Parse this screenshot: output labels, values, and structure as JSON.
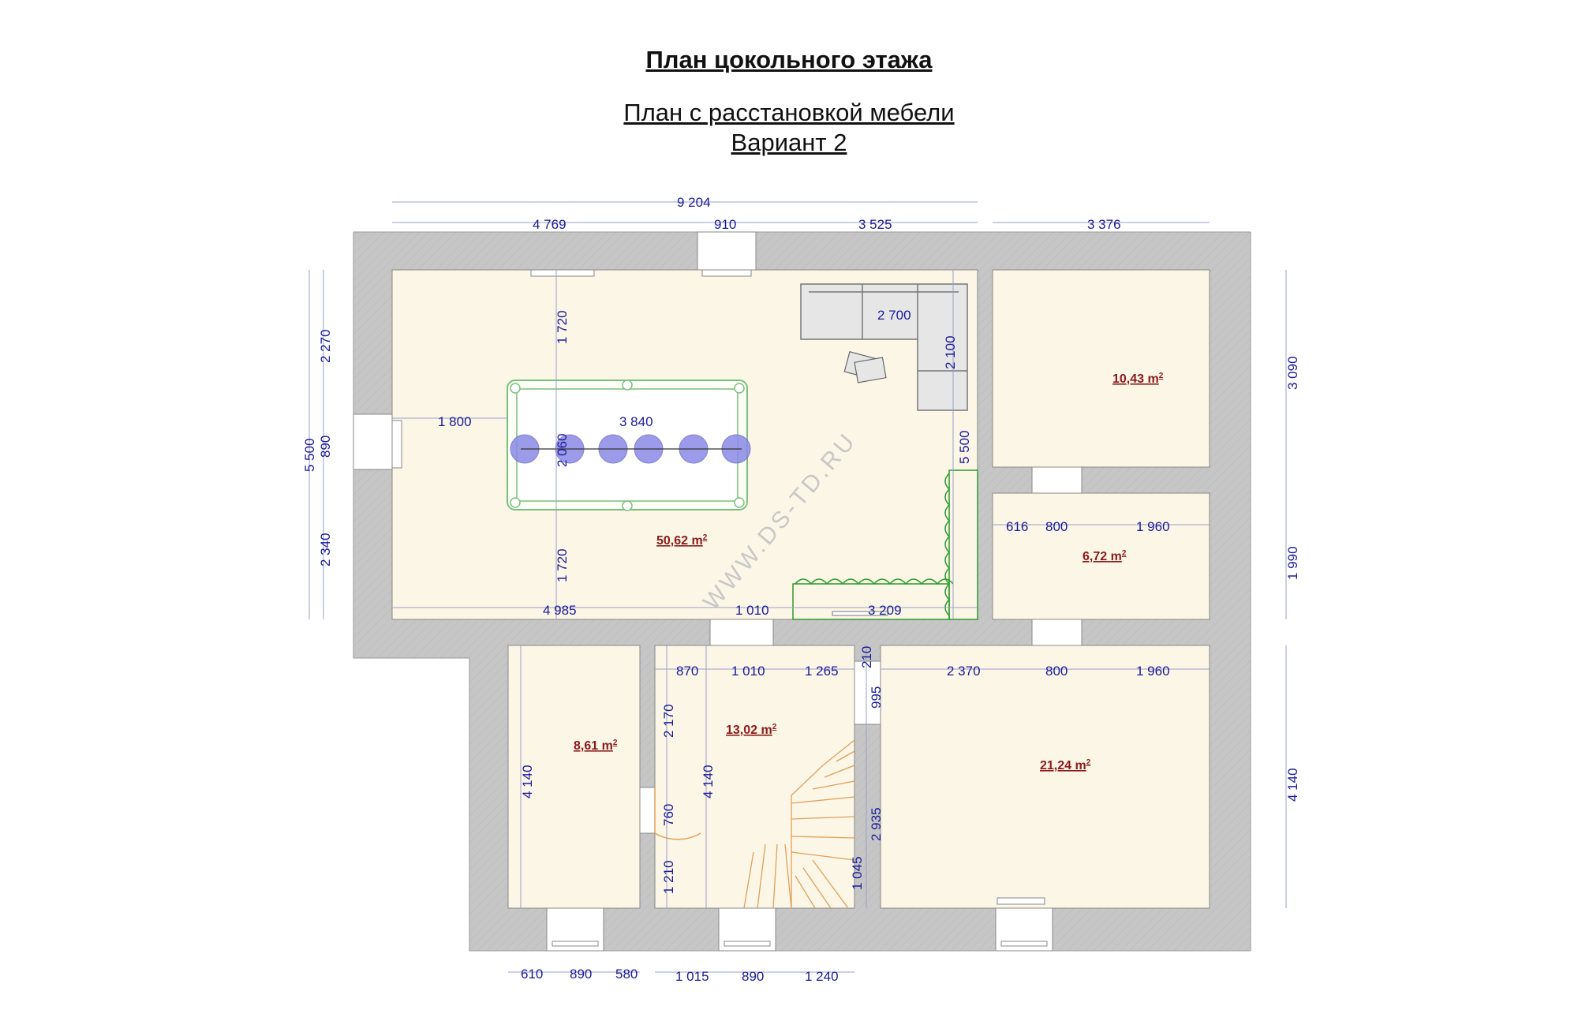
{
  "titles": {
    "main": "План цокольного этажа",
    "sub": "План с расстановкой мебели",
    "variant": "Вариант 2"
  },
  "watermark": "WWW.DS-TD.RU",
  "area_unit": "m",
  "rooms": [
    {
      "id": "main-hall",
      "area": "50,62"
    },
    {
      "id": "room-ne",
      "area": "10,43"
    },
    {
      "id": "room-e",
      "area": "6,72"
    },
    {
      "id": "room-sw",
      "area": "8,61"
    },
    {
      "id": "stair-hall",
      "area": "13,02"
    },
    {
      "id": "room-se",
      "area": "21,24"
    }
  ],
  "dimensions": {
    "top_total": "9 204",
    "top_1": "4 769",
    "top_2": "910",
    "top_3": "3 525",
    "top_4": "3 376",
    "left_total": "5 500",
    "left_1": "2 270",
    "left_2": "890",
    "left_3": "2 340",
    "hall_v_top": "1 720",
    "hall_v_bottom": "1 720",
    "table_len": "3 840",
    "table_w": "2 060",
    "table_offset": "1 800",
    "sofa_len": "2 700",
    "sofa_depth": "2 100",
    "hall_v_right": "5 500",
    "hall_b_1": "4 985",
    "hall_b_2": "1 010",
    "hall_b_3": "3 209",
    "right_1": "3 090",
    "right_2": "1 990",
    "right_3": "4 140",
    "e_1": "616",
    "e_2": "800",
    "e_3": "1 960",
    "se_1": "2 370",
    "se_2": "800",
    "se_3": "1 960",
    "st_1": "870",
    "st_2": "1 010",
    "st_3": "1 265",
    "st_4": "210",
    "st_5": "995",
    "st_6": "2 935",
    "st_7": "1 045",
    "st_8": "2 170",
    "st_9": "4 140",
    "st_10": "760",
    "st_11": "1 210",
    "sw_v": "4 140",
    "bot_1": "610",
    "bot_2": "890",
    "bot_3": "580",
    "bot_4": "1 015",
    "bot_5": "890",
    "bot_6": "1 240"
  },
  "colors": {
    "wall": "#c6c6c6",
    "floor": "#fbf6e6",
    "dimension": "#1a1a9a",
    "area_label": "#8b1a1a",
    "stair": "#e0a05a",
    "plant": "#2e9a2e",
    "ball": "#8a8ae6"
  }
}
